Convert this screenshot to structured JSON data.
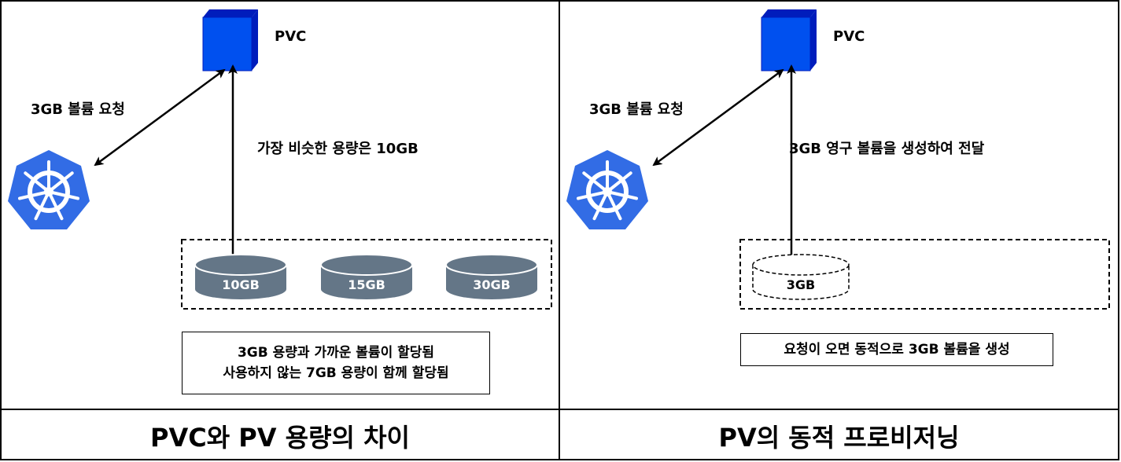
{
  "left": {
    "pvc_label": "PVC",
    "request_label": "3GB 볼륨 요청",
    "match_label": "가장 비슷한 용량은 10GB",
    "volumes": [
      "10GB",
      "15GB",
      "30GB"
    ],
    "note_line1": "3GB 용량과 가까운 볼륨이 할당됨",
    "note_line2": "사용하지 않는 7GB 용량이 함께 할당됨",
    "caption": "PVC와 PV 용량의 차이"
  },
  "right": {
    "pvc_label": "PVC",
    "request_label": "3GB 볼륨 요청",
    "create_label": "3GB 영구 볼륨을 생성하여 전달",
    "volume": "3GB",
    "note": "요청이 오면 동적으로 3GB 볼륨을 생성",
    "caption": "PV의 동적 프로비저닝"
  },
  "colors": {
    "pvc_cube": "#0050EF",
    "pvc_cube_dark": "#001DBC",
    "k8s_blue": "#326CE5",
    "volume_gray": "#647687"
  },
  "icons": {
    "pvc": "cube-icon",
    "cluster": "kubernetes-icon",
    "volume": "disk-cylinder-icon"
  }
}
